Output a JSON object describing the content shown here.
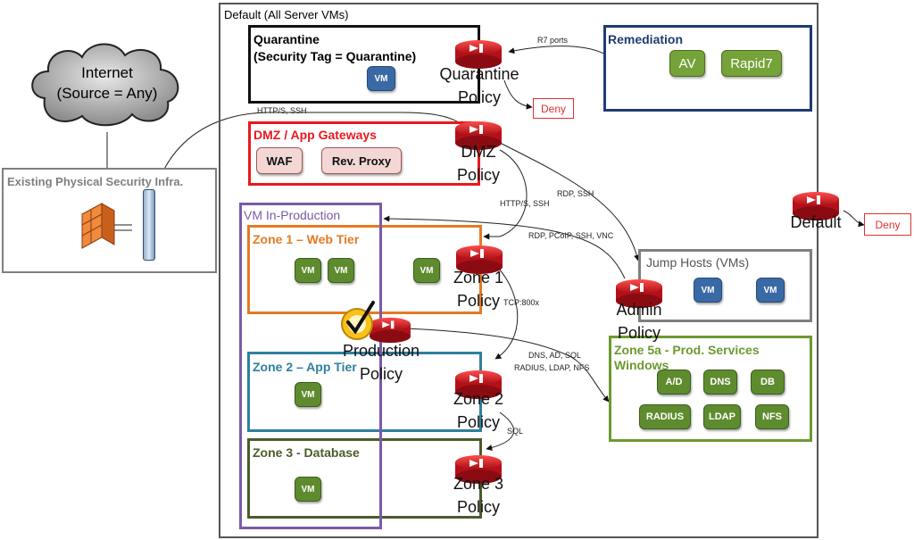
{
  "internet": {
    "title": "Internet",
    "subtitle": "(Source = Any)"
  },
  "physical": {
    "label": "Existing Physical Security Infra."
  },
  "default_zone": {
    "label": "Default (All Server VMs)"
  },
  "quarantine": {
    "title": "Quarantine",
    "subtitle": "(Security Tag = Quarantine)",
    "vm": "VM"
  },
  "quarantine_policy": {
    "line1": "Quarantine",
    "line2": "Policy"
  },
  "remediation": {
    "title": "Remediation",
    "items": [
      "AV",
      "Rapid7"
    ]
  },
  "dmz": {
    "title": "DMZ / App Gateways",
    "items": [
      "WAF",
      "Rev. Proxy"
    ]
  },
  "dmz_policy": {
    "line1": "DMZ",
    "line2": "Policy"
  },
  "vm_in_production": {
    "title": "VM In-Production"
  },
  "zone1": {
    "title": "Zone 1 – Web Tier",
    "vms": [
      "VM",
      "VM",
      "VM"
    ]
  },
  "zone1_policy": {
    "line1": "Zone 1",
    "line2": "Policy"
  },
  "zone2": {
    "title": "Zone 2 – App Tier",
    "vm": "VM"
  },
  "zone2_policy": {
    "line1": "Zone 2",
    "line2": "Policy"
  },
  "zone3": {
    "title": "Zone 3 - Database",
    "vm": "VM"
  },
  "zone3_policy": {
    "line1": "Zone 3",
    "line2": "Policy"
  },
  "production_policy": {
    "line1": "Production",
    "line2": "Policy"
  },
  "jump_hosts": {
    "title": "Jump Hosts (VMs)",
    "vms": [
      "VM",
      "VM"
    ]
  },
  "admin_policy": {
    "line1": "Admin",
    "line2": "Policy"
  },
  "zone5a": {
    "title": "Zone 5a - Prod. Services",
    "subtitle": "Windows",
    "services": [
      "A/D",
      "DNS",
      "DB",
      "RADIUS",
      "LDAP",
      "NFS"
    ]
  },
  "default_policy": {
    "label": "Default"
  },
  "deny_labels": [
    "Deny",
    "Deny"
  ],
  "edges": {
    "r7_ports": "R7 ports",
    "https_ssh_top": "HTTP/S, SSH",
    "https_ssh": "HTTP/S, SSH",
    "rdp_ssh": "RDP, SSH",
    "rdp_pcoip": "RDP, PCoIP, SSH, VNC",
    "tcp800x": "TCP:800x",
    "dns_ad_sql": "DNS, AD, SQL",
    "radius_ldap_nfs": "RADIUS, LDAP, NFS",
    "sql": "SQL"
  },
  "colors": {
    "quarantine": "#111111",
    "remediation": "#1f3b73",
    "dmz": "#e8191f",
    "vm_in_production": "#7a5aa8",
    "zone1": "#e57a23",
    "zone2": "#2f7fa0",
    "zone3": "#4a5c2a",
    "zone5a": "#6b9a2f",
    "jump_hosts": "#7f7f7f",
    "router": "#d9141c"
  }
}
